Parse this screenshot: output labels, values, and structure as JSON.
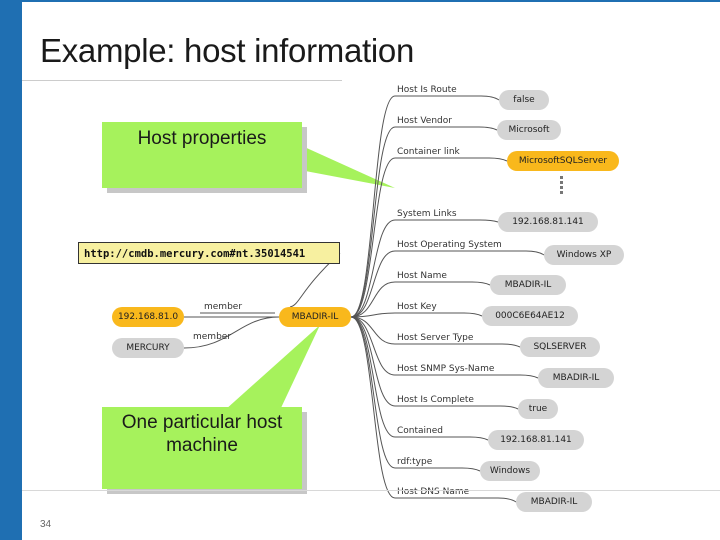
{
  "slide": {
    "title": "Example: host information",
    "page_number": "34"
  },
  "callouts": {
    "host_properties": "Host properties",
    "one_host": "One particular host machine"
  },
  "url": "http://cmdb.mercury.com#nt.35014541",
  "left_nodes": [
    {
      "value": "192.168.81.0",
      "edge_label": "member",
      "style": "orange"
    },
    {
      "value": "MERCURY",
      "edge_label": "member",
      "style": "gray"
    }
  ],
  "center_node": "MBADIR-IL",
  "properties": [
    {
      "label": "Host Is Route",
      "value": "false",
      "style": "gray"
    },
    {
      "label": "Host Vendor",
      "value": "Microsoft",
      "style": "gray"
    },
    {
      "label": "Container link",
      "value": "MicrosoftSQLServer",
      "style": "orange"
    },
    {
      "label": "System Links",
      "value": "192.168.81.141",
      "style": "gray"
    },
    {
      "label": "Host Operating System",
      "value": "Windows XP",
      "style": "gray"
    },
    {
      "label": "Host Name",
      "value": "MBADIR-IL",
      "style": "gray"
    },
    {
      "label": "Host Key",
      "value": "000C6E64AE12",
      "style": "gray"
    },
    {
      "label": "Host Server Type",
      "value": "SQLSERVER",
      "style": "gray"
    },
    {
      "label": "Host SNMP Sys-Name",
      "value": "MBADIR-IL",
      "style": "gray"
    },
    {
      "label": "Host Is Complete",
      "value": "true",
      "style": "gray"
    },
    {
      "label": "Contained",
      "value": "192.168.81.141",
      "style": "gray"
    },
    {
      "label": "rdf:type",
      "value": "Windows",
      "style": "gray"
    },
    {
      "label": "Host DNS Name",
      "value": "MBADIR-IL",
      "style": "gray"
    }
  ],
  "colors": {
    "accent": "#1f6fb2",
    "callout": "#a6f25c",
    "orange_node": "#f9b81c",
    "gray_node": "#d4d4d4",
    "url_box": "#f7f0a0"
  }
}
